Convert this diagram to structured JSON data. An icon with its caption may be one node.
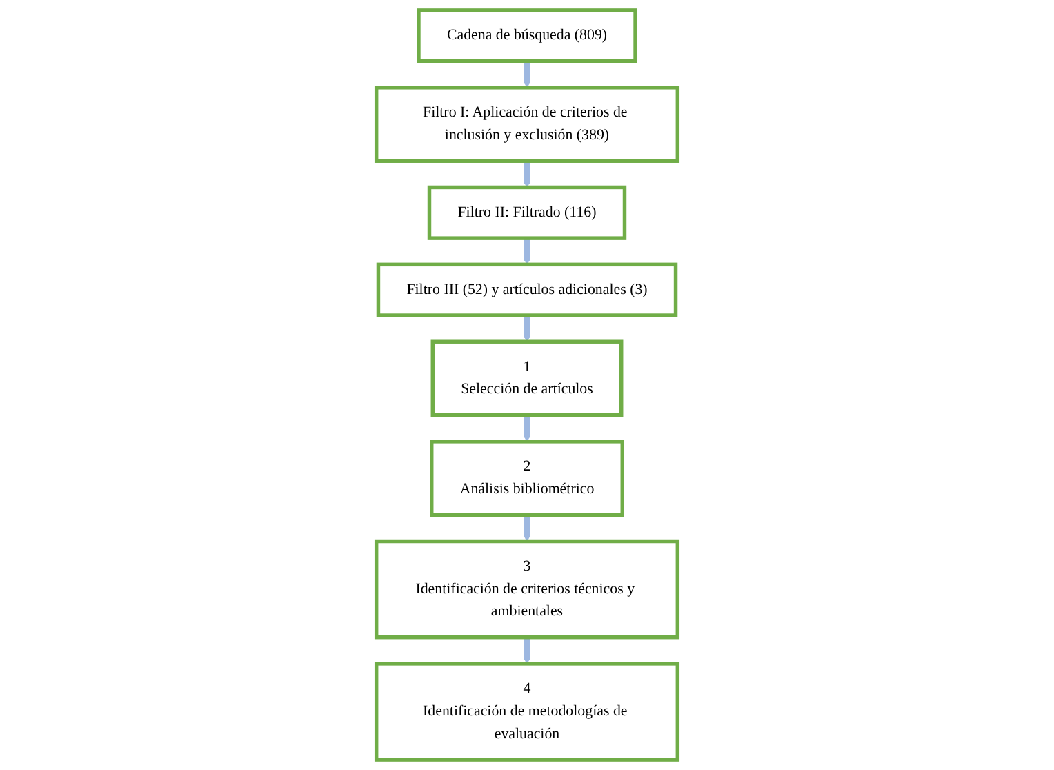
{
  "diagram": {
    "nodes": [
      {
        "text": [
          "1",
          "Selección de artículos"
        ]
      },
      {
        "text": [
          "Filtro III (52) y artículos adicionales (3)"
        ]
      },
      {
        "text": [
          "2",
          "Análisis bibliométrico"
        ]
      },
      {
        "text": [
          "Filtro II: Filtrado (116)"
        ]
      },
      {
        "text": [
          "3",
          "Identificación de criterios técnicos y ambientales"
        ]
      },
      {
        "text": [
          "Filtro I: Aplicación de criterios de inclusión y exclusión (389)"
        ]
      },
      {
        "text": [
          "4",
          "Identificación de metodologías de evaluación"
        ]
      },
      {
        "text": [
          "Cadena de búsqueda (809)"
        ]
      }
    ],
    "edges": [
      {
        "from": 7,
        "to": 5,
        "arrow": "to"
      },
      {
        "from": 5,
        "to": 3,
        "arrow": "to"
      },
      {
        "from": 3,
        "to": 1,
        "arrow": "to"
      },
      {
        "from": 1,
        "to": 0,
        "arrow": "to"
      },
      {
        "from": 0,
        "to": 2,
        "arrow": "to"
      },
      {
        "from": 2,
        "to": 4,
        "arrow": "to"
      },
      {
        "from": 4,
        "to": 6,
        "arrow": "to"
      }
    ]
  }
}
